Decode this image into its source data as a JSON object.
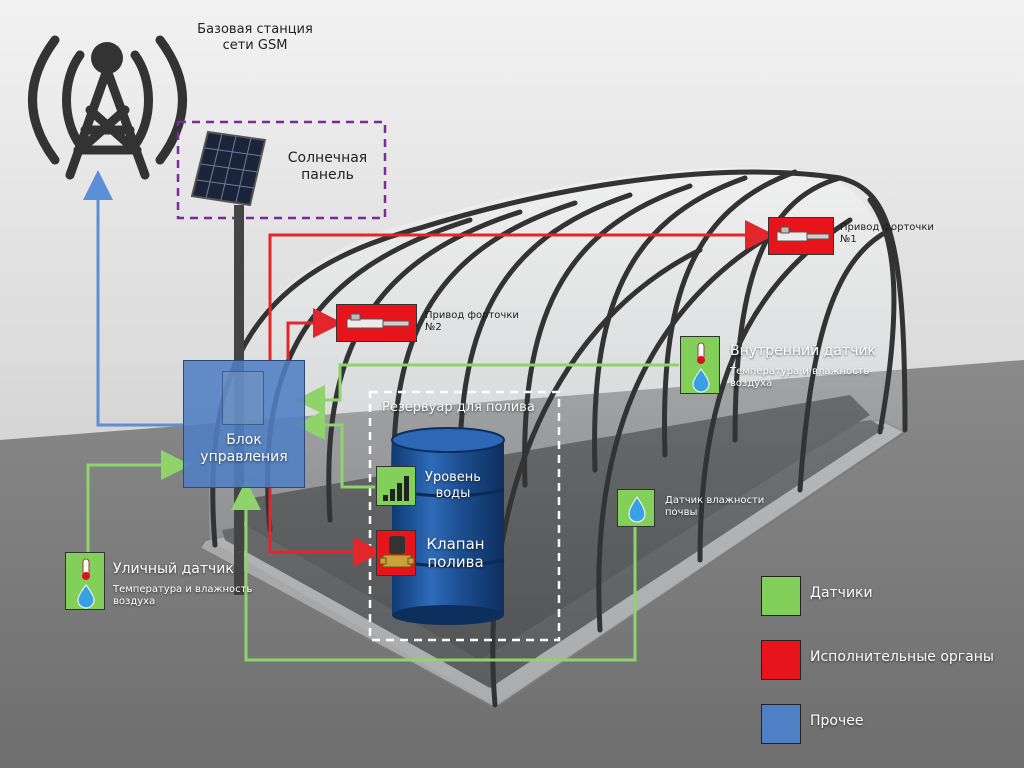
{
  "gsm": {
    "title_line1": "Базовая станция",
    "title_line2": "сети GSM"
  },
  "solar": {
    "label_line1": "Солнечная",
    "label_line2": "панель"
  },
  "control_unit": {
    "label_line1": "Блок",
    "label_line2": "управления"
  },
  "reservoir": {
    "label": "Резервуар для полива"
  },
  "water_level": {
    "label_line1": "Уровень",
    "label_line2": "воды"
  },
  "valve": {
    "label_line1": "Клапан",
    "label_line2": "полива"
  },
  "vent1": {
    "label_line1": "Привод форточки",
    "label_line2": "№1"
  },
  "vent2": {
    "label_line1": "Привод форточки",
    "label_line2": "№2"
  },
  "inner_sensor": {
    "title": "Внутренний датчик",
    "desc_line1": "Температура и влажность",
    "desc_line2": "воздуха"
  },
  "outdoor_sensor": {
    "title": "Уличный датчик",
    "desc_line1": "Температура и влажность",
    "desc_line2": "воздуха"
  },
  "soil_sensor": {
    "label_line1": "Датчик влажности",
    "label_line2": "почвы"
  },
  "legend": {
    "sensors": "Датчики",
    "actuators": "Исполнительные органы",
    "other": "Прочее"
  },
  "colors": {
    "sensor": "#82d05a",
    "actuator": "#e8141b",
    "other": "#4f7fc4",
    "sensor_line": "#8ed46a",
    "actuator_line": "#e3262c",
    "other_line": "#5c8fd6"
  }
}
